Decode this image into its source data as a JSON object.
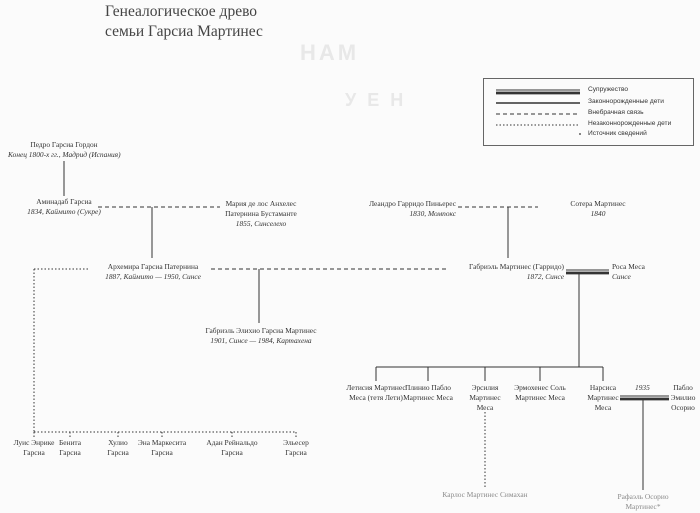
{
  "title": {
    "line1": "Генеалогическое древо",
    "line2": "семьи Гарсиа Мартинес"
  },
  "legend": {
    "spouses": "Супружество",
    "legitimate_children": "Законнорожденные дети",
    "extramarital": "Внебрачная связь",
    "illegitimate_children": "Незаконнорожденные дети",
    "sources": "Источник сведений"
  },
  "people": {
    "pedro": {
      "name": "Педро Гарсиа Гордон",
      "dates": "Конец 1800-х гг., Мадрид (Испания)"
    },
    "aminadab": {
      "name": "Аминадаб Гарсиа",
      "dates": "1834, Каймито (Сукре)"
    },
    "maria": {
      "name": "Мария де лос Анхелес",
      "name2": "Патернина Бустаманте",
      "dates": "1855, Синселехо"
    },
    "leandro": {
      "name": "Леандро Гарридо Пиньерес",
      "dates": "1830, Момпокс"
    },
    "sotera": {
      "name": "Сотера Мартинес",
      "dates": "1840"
    },
    "arquemira": {
      "name": "Архемира Гарсиа Патернина",
      "dates": "1887, Каймито — 1950, Синсе"
    },
    "gabriel_m": {
      "name": "Габриэль Мартинес (Гарридо)",
      "dates": "1872, Синсе"
    },
    "rosa": {
      "name": "Роса Меса",
      "dates": "Синсе"
    },
    "gabriel_e": {
      "name": "Габриэль Элихио Гарсиа Мартинес",
      "dates": "1901, Синсе — 1984, Картахена"
    },
    "leticia": {
      "name": "Летисия Мартинес",
      "name2": "Меса (тетя Лети)"
    },
    "plinio_p": {
      "name": "Плинио Пабло",
      "name2": "Мартинес Меса"
    },
    "ersilia": {
      "name": "Эрсилия",
      "name2": "Мартинес",
      "name3": "Меса"
    },
    "ermogenes": {
      "name": "Эрмохенес Соль",
      "name2": "Мартинес Меса"
    },
    "narsisa": {
      "name": "Нарсиса",
      "name2": "Мартинес",
      "name3": "Меса"
    },
    "pablo": {
      "name": "Пабло",
      "name2": "Эмилио",
      "name3": "Осорио"
    },
    "luis": {
      "name": "Луис Энрике",
      "name2": "Гарсиа"
    },
    "benita": {
      "name": "Бенита",
      "name2": "Гарсиа"
    },
    "julio": {
      "name": "Хулио",
      "name2": "Гарсиа"
    },
    "ena": {
      "name": "Эна Маркесита",
      "name2": "Гарсиа"
    },
    "adan": {
      "name": "Адан Рейнальдо",
      "name2": "Гарсиа"
    },
    "eliecer": {
      "name": "Эльесер",
      "name2": "Гарсиа"
    },
    "carlos": {
      "name": "Карлос Мартинес Симахан"
    },
    "rafael": {
      "name": "Рафаэль Осорио",
      "name2": "Мартинес*"
    }
  },
  "marriage_year": "1935"
}
